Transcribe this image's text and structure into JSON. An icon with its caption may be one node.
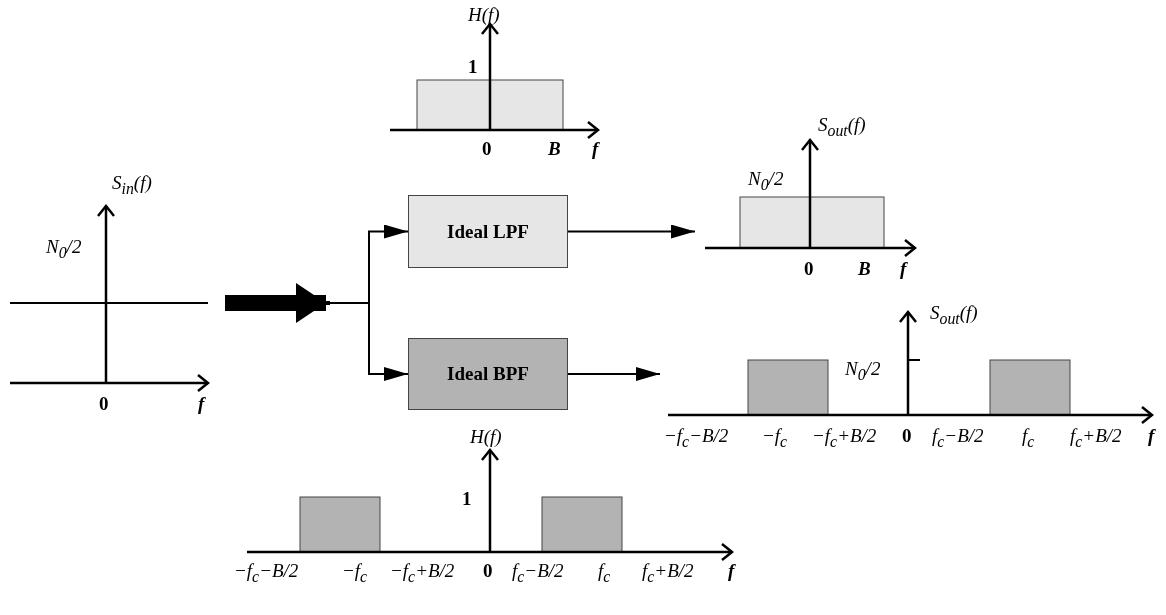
{
  "diagram": {
    "nodes": [
      {
        "text": [
          "H(f)",
          "1",
          "0",
          "B",
          "f"
        ]
      },
      {
        "text": [
          "S$_{in}$(f)",
          "N$_{0}$/2",
          "0",
          "f"
        ]
      },
      {
        "text": [],
        "shape": "point"
      },
      {
        "text": [
          "Ideal LPF"
        ]
      },
      {
        "text": [
          "S$_{out}$(f)",
          "N$_{0}$/2",
          "0",
          "B",
          "f"
        ]
      },
      {
        "text": [
          "Ideal BPF"
        ]
      },
      {
        "text": [
          "S$_{out}$(f)",
          "N$_{0}$/2",
          "−f$_{c}$−B/2",
          "−f$_{c}$",
          "−f$_{c}$+B/2",
          "0",
          "f$_{c}$−B/2",
          "f$_{c}$",
          "f$_{c}$+B/2",
          "f"
        ]
      },
      {
        "text": [
          "H(f)",
          "1",
          "−f$_{c}$−B/2",
          "−f$_{c}$",
          "−f$_{c}$+B/2",
          "0",
          "f$_{c}$−B/2",
          "f$_{c}$",
          "f$_{c}$+B/2",
          "f"
        ]
      }
    ],
    "edges": [
      {
        "from": 1,
        "to": 2,
        "arrow": "to",
        "style": "thick"
      },
      {
        "from": 2,
        "to": 3,
        "arrow": "to"
      },
      {
        "from": 2,
        "to": 5,
        "arrow": "to"
      },
      {
        "from": 3,
        "to": 4,
        "arrow": "to"
      },
      {
        "from": 5,
        "to": 6,
        "arrow": "to"
      }
    ]
  }
}
